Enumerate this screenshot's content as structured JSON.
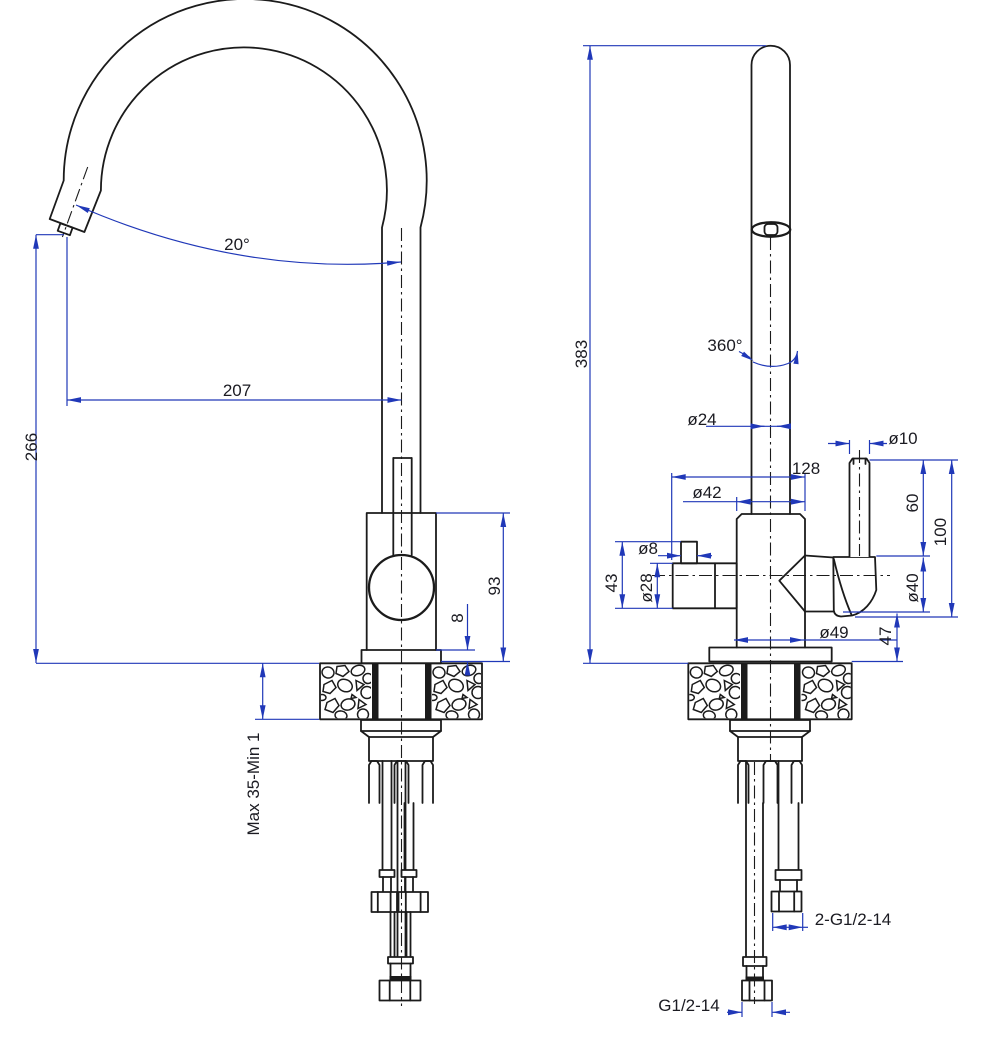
{
  "drawing": {
    "type": "faucet technical drawing, two orthographic views with dimensions",
    "front_view": {
      "spout_angle": "20°",
      "spout_reach": "207",
      "spout_height": "266",
      "body_height": "93",
      "base_ring_height": "8",
      "mounting_thickness": "Max 35-Min 1"
    },
    "side_view": {
      "total_height": "383",
      "swivel_angle": "360°",
      "pipe_diameter": "ø24",
      "body_diameter": "ø42",
      "pin_diameter": "ø8",
      "cartridge_diameter": "ø28",
      "pin_height": "43",
      "handle_reach": "128",
      "lever_diameter": "ø10",
      "lever_length": "60",
      "handle_height": "100",
      "handle_body_diameter": "ø40",
      "base_diameter": "ø49",
      "base_clearance": "47",
      "supply_hose_thread": "2-G1/2-14",
      "filter_hose_thread": "G1/2-14"
    },
    "colors": {
      "outline": "#1b1b1b",
      "dimension": "#2038b8",
      "text": "#1b1b22"
    }
  }
}
